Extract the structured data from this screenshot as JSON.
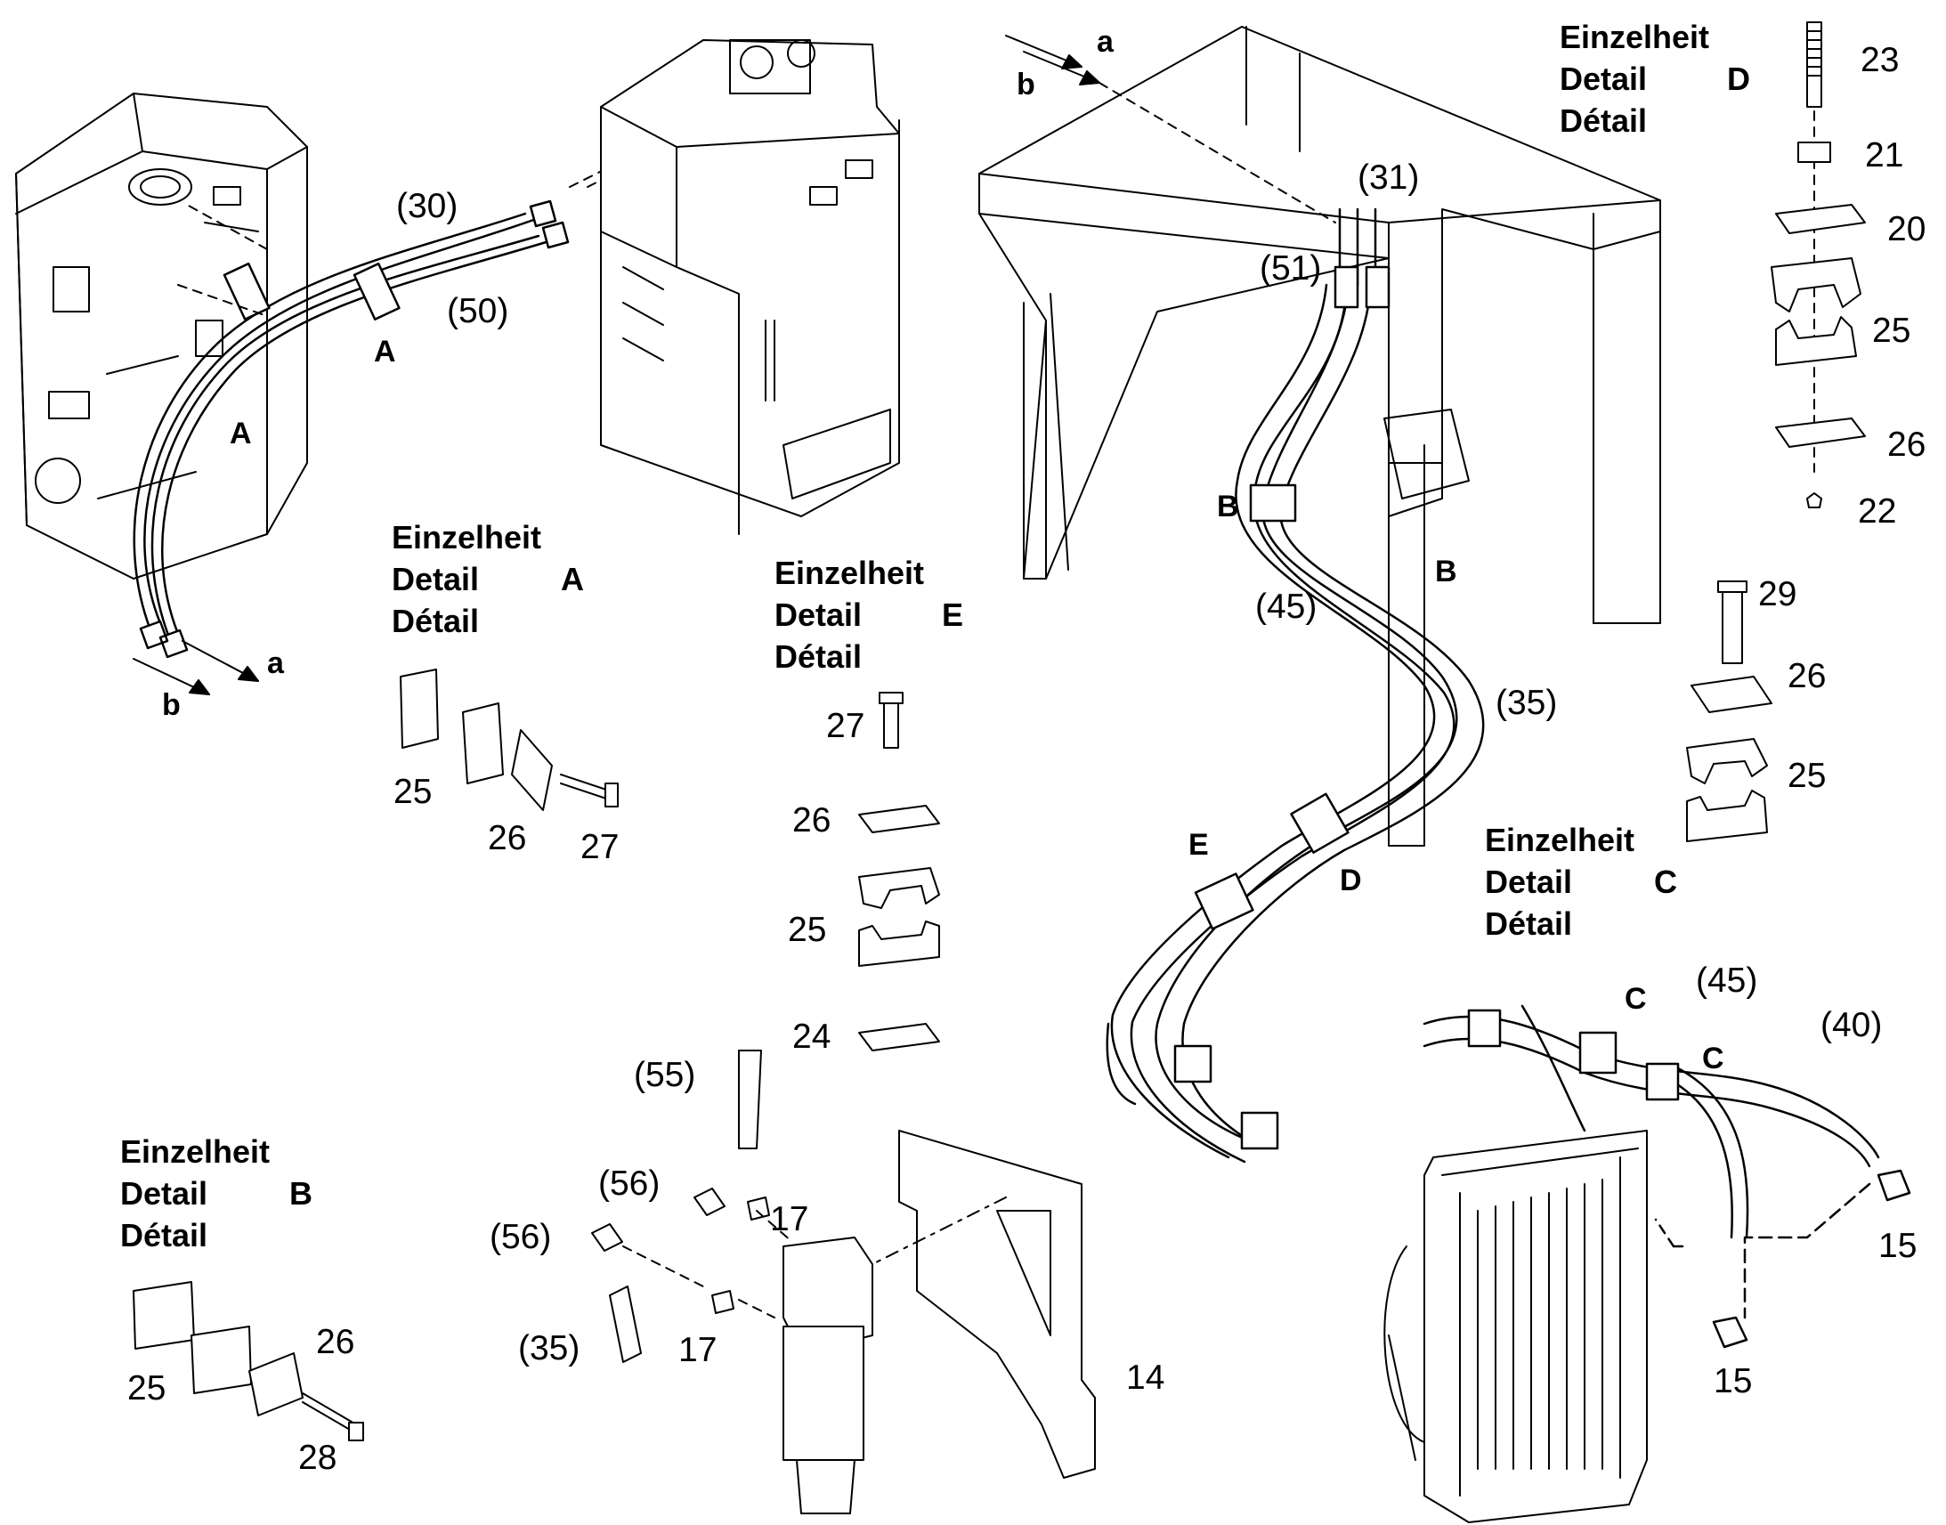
{
  "detail_headings": {
    "D": {
      "line1": "Einzelheit",
      "line2": "Detail",
      "letter": "D",
      "line3": "Détail"
    },
    "A": {
      "line1": "Einzelheit",
      "line2": "Detail",
      "letter": "A",
      "line3": "Détail"
    },
    "E": {
      "line1": "Einzelheit",
      "line2": "Detail",
      "letter": "E",
      "line3": "Détail"
    },
    "C": {
      "line1": "Einzelheit",
      "line2": "Detail",
      "letter": "C",
      "line3": "Détail"
    },
    "B": {
      "line1": "Einzelheit",
      "line2": "Detail",
      "letter": "B",
      "line3": "Détail"
    }
  },
  "part_numbers": {
    "p23": "23",
    "p21": "21",
    "p20": "20",
    "p25_d1": "25",
    "p26_d": "26",
    "p22": "22",
    "p29": "29",
    "p26_c": "26",
    "p25_c": "25",
    "p25_a": "25",
    "p26_a": "26",
    "p27_a": "27",
    "p27_e": "27",
    "p26_e": "26",
    "p25_e": "25",
    "p24": "24",
    "p25_b": "25",
    "p26_b": "26",
    "p28": "28",
    "p17_a": "17",
    "p17_b": "17",
    "p14": "14",
    "p15_a": "15",
    "p15_b": "15"
  },
  "hose_refs": {
    "r30": "(30)",
    "r50": "(50)",
    "r31": "(31)",
    "r51": "(51)",
    "r45_a": "(45)",
    "r35_a": "(35)",
    "r45_b": "(45)",
    "r40": "(40)",
    "r55": "(55)",
    "r56_a": "(56)",
    "r56_b": "(56)",
    "r35_b": "(35)"
  },
  "clamp_tags": {
    "A1": "A",
    "A2": "A",
    "B1": "B",
    "B2": "B",
    "D": "D",
    "E": "E",
    "C1": "C",
    "C2": "C"
  },
  "flow_markers": {
    "a_left": "a",
    "b_left": "b",
    "a_right": "a",
    "b_right": "b"
  }
}
